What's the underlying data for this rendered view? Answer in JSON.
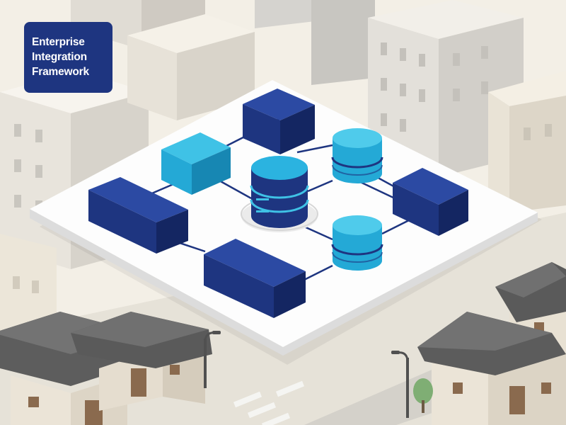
{
  "title_card": {
    "lines": [
      "Enterprise",
      "Integration",
      "Framework"
    ]
  },
  "colors": {
    "background": "#f3efe6",
    "platform": "#fdfdfd",
    "platform_edge": "#dedede",
    "block_navy_top": "#2c4aa3",
    "block_navy_front": "#1e3580",
    "block_navy_side": "#142662",
    "block_cyan_top": "#3fc2e6",
    "block_cyan_front": "#24a9d6",
    "block_cyan_side": "#1787b3",
    "database_navy": "#1e3580",
    "database_cyan": "#2bb3e0",
    "connector": "#1e3580",
    "building_wall": "#ebe6dc",
    "building_gray": "#dcdcdc",
    "roof_tile": "#5e5e5e",
    "road": "#cfcfcf",
    "title_card_bg": "#1e3580",
    "title_card_text": "#ffffff"
  },
  "icons": [
    "navy-block-icon",
    "cyan-block-icon",
    "database-icon",
    "traditional-house-icon",
    "street-lamp-icon",
    "tree-icon"
  ]
}
